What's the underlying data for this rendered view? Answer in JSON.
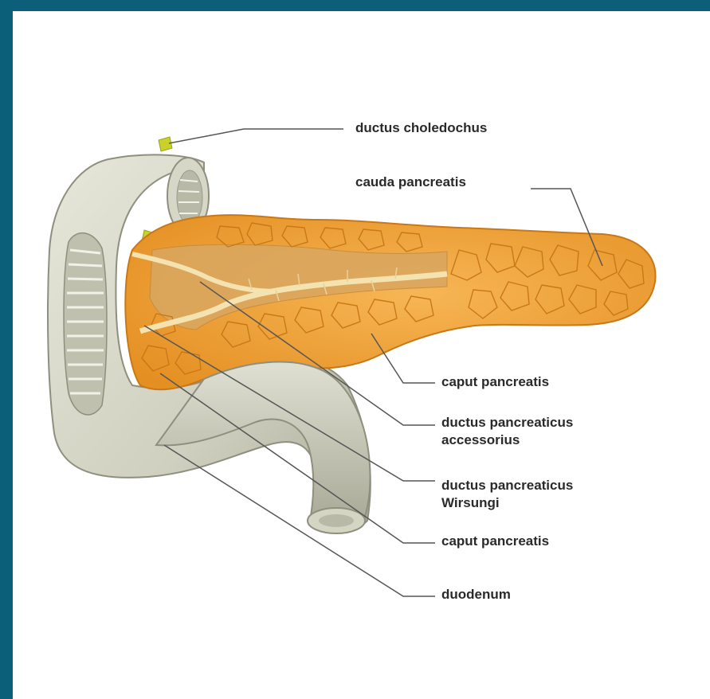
{
  "figure": {
    "colors": {
      "frame": "#0b5f78",
      "background": "#ffffff",
      "pancreas": "#f2a33a",
      "pancreas_cell_lines": "#c97818",
      "duct": "#f4e3b0",
      "duodenum": "#d8d9c8",
      "bile_duct": "#c8d22a",
      "leader_lines": "#555555"
    },
    "labels": {
      "ductus_choledochus": "ductus choledochus",
      "cauda_pancreatis": "cauda pancreatis",
      "caput_pancreatis_1": "caput pancreatis",
      "ductus_pancreaticus_accessorius_line1": "ductus pancreaticus",
      "ductus_pancreaticus_accessorius_line2": "accessorius",
      "ductus_pancreaticus_wirsungi_line1": "ductus pancreaticus",
      "ductus_pancreaticus_wirsungi_line2": "Wirsungi",
      "caput_pancreatis_2": "caput pancreatis",
      "duodenum": "duodenum"
    }
  }
}
